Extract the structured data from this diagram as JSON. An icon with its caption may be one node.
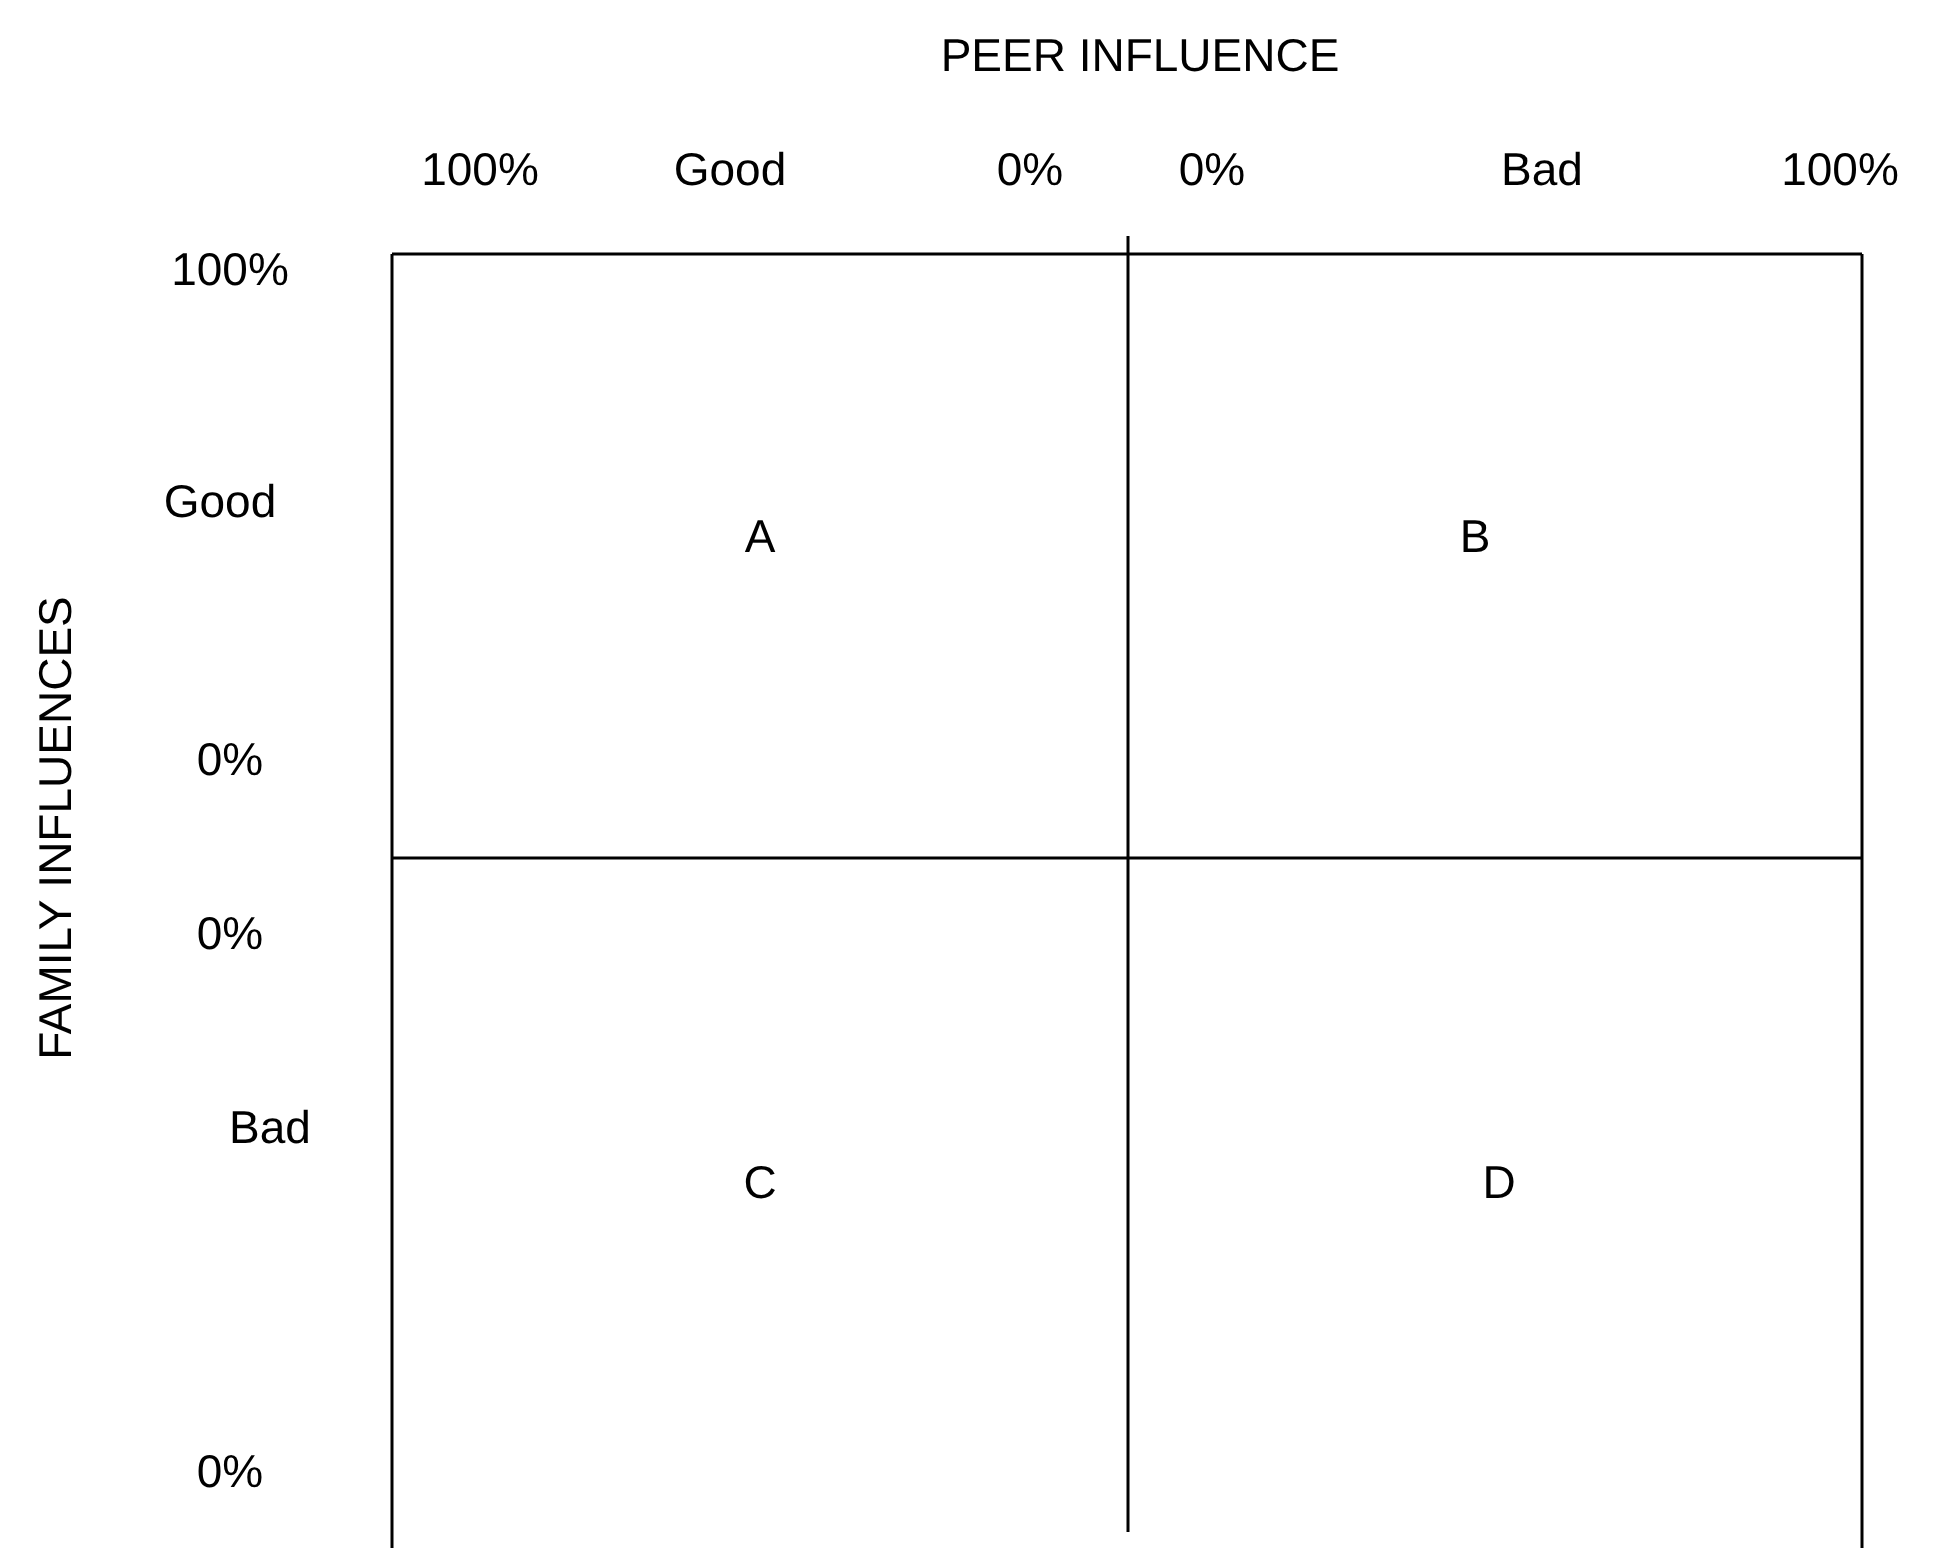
{
  "diagram": {
    "nodes": [
      {
        "text": [
          "A"
        ]
      },
      {
        "text": [
          "B"
        ]
      },
      {
        "text": [
          "C"
        ]
      },
      {
        "text": [
          "D"
        ]
      }
    ],
    "labels": [
      "PEER INFLUENCE",
      "100%",
      "Good",
      "0%",
      "0%",
      "Bad",
      "100%",
      "FAMILY INFLUENCES",
      "100%",
      "Good",
      "0%",
      "0%",
      "Bad",
      "0%"
    ]
  }
}
